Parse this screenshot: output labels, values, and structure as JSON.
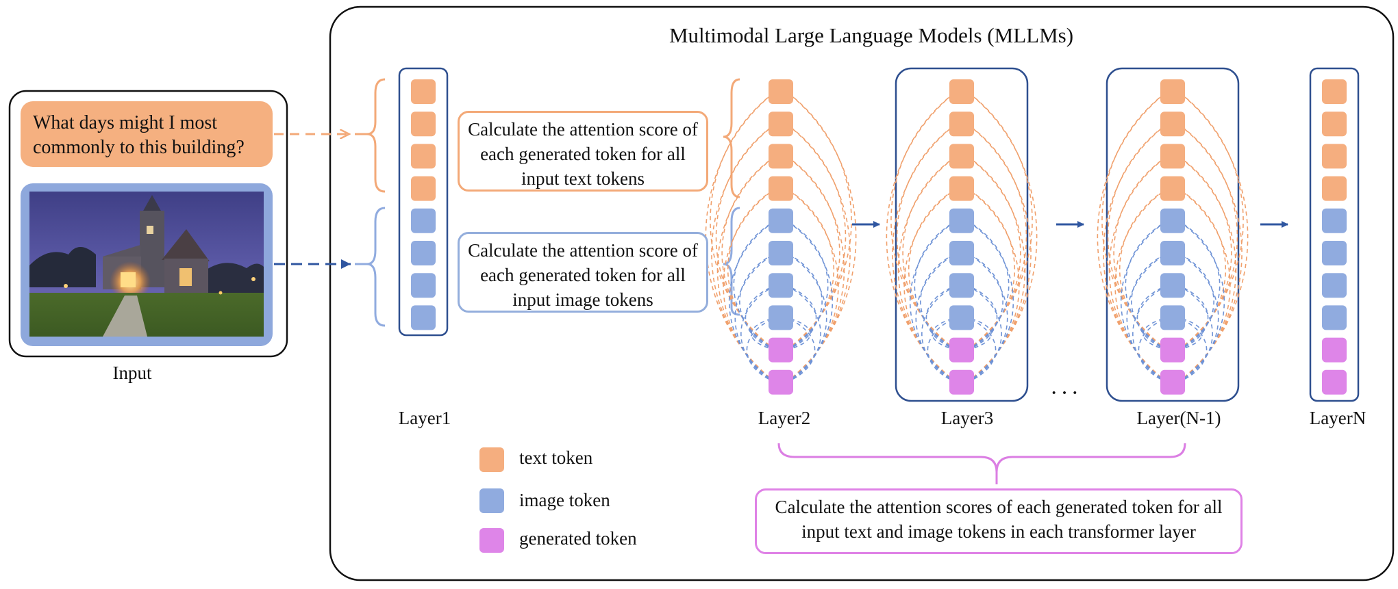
{
  "title": "Multimodal Large Language Models (MLLMs)",
  "input": {
    "question": "What days might I most commonly to this building?",
    "label": "Input"
  },
  "notes": {
    "text_tokens": "Calculate the attention score of each generated token for all input text tokens",
    "image_tokens": "Calculate the attention score of each generated token for all input image tokens",
    "all_layers": "Calculate the attention scores of each generated token for all input text and image tokens in each transformer layer"
  },
  "layers": {
    "layer1": "Layer1",
    "layer2": "Layer2",
    "layer3": "Layer3",
    "layer_n_minus_1": "Layer(N-1)",
    "layer_n": "LayerN",
    "ellipsis": "···"
  },
  "legend": {
    "text_token": "text token",
    "image_token": "image token",
    "generated_token": "generated token"
  },
  "tokens": {
    "text": 4,
    "image": 4,
    "generated": 2
  },
  "colors": {
    "text_token": "#f5ae7f",
    "image_token": "#90abdf",
    "generated_token": "#de85e8",
    "frame_blue": "#2e4f8f",
    "arrow_blue": "#2f56a0",
    "text_arc": "#f0a06c",
    "image_arc": "#6f93d6",
    "brace_pink": "#db7ee3"
  }
}
